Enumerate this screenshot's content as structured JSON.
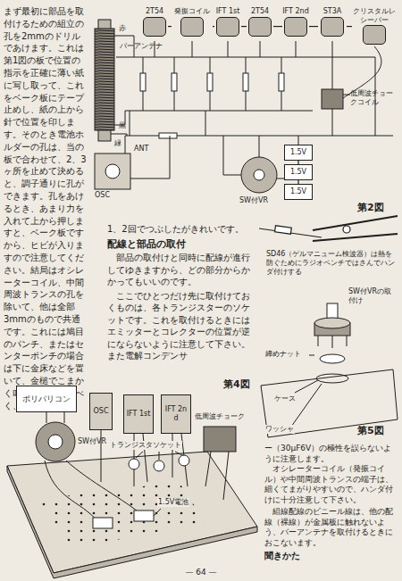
{
  "diagram": {
    "nodes": [
      {
        "text": [
          "2T54"
        ]
      },
      {
        "text": [
          "発振コイル"
        ]
      },
      {
        "text": [
          "IFT 1st"
        ]
      },
      {
        "text": [
          "2T54"
        ]
      },
      {
        "text": [
          "IFT 2nd"
        ]
      },
      {
        "text": [
          "ST3A"
        ]
      },
      {
        "text": [
          "クリスタルレシーバー"
        ]
      },
      {
        "text": [
          "1.5V"
        ]
      },
      {
        "text": [
          "1.5V"
        ]
      },
      {
        "text": [
          "1.5V"
        ]
      },
      {
        "text": [
          "ポリバリコン"
        ]
      },
      {
        "text": [
          "OSC"
        ]
      },
      {
        "text": [
          "IFT 1st"
        ]
      },
      {
        "text": [
          "IFT 2nd"
        ]
      }
    ],
    "edges": [
      {
        "from": 0,
        "to": 1,
        "arrow": "none"
      },
      {
        "from": 1,
        "to": 2,
        "arrow": "none"
      },
      {
        "from": 2,
        "to": 3,
        "arrow": "none"
      },
      {
        "from": 3,
        "to": 4,
        "arrow": "none"
      },
      {
        "from": 4,
        "to": 5,
        "arrow": "none"
      },
      {
        "from": 5,
        "to": 6,
        "arrow": "none"
      },
      {
        "from": 7,
        "to": 8,
        "arrow": "none"
      },
      {
        "from": 8,
        "to": 9,
        "arrow": "none"
      }
    ],
    "labels": [
      "まず最初に部品を取付けるための組立の孔を2mmのドリルであけます。これは第1図の板で位置の指示を正確に薄い紙に写し取って、これをベーク板にテープ止めし、紙の上から針で位置を印します。そのとき電池ホルダーの孔は、当の板で合わせて、2、3ヶ所を止めて決めると、調子通りに孔ができます。孔をあけるとき、あまり力を入れて上から押しますと、ベーク板ですから、ヒビが入りますので注意してください。結局はオシレーターコイル、中間周波トランスの孔を除いて、他は全部3mmのもので共通です。これには鳩目のパンチ、またはセンターポンチの場合は下に金床などを置いて、金槌でこまかく叩かずに、なるべく、",
      "1、2回でつぶしたがきれいです。",
      "配線と部品の取付",
      "部品の取付けと同時に配線が進行してゆきますから、どの部分からかかってもいいのです。",
      "ここでひとつだけ先に取付けておくものは、各トランジスターのソケットです。これを取付けるときにはエミッターとコレクターの位置が逆にならないように注意して下さい。また電解コンデンサ",
      "ー（30μF6V）の極性を誤らないように注意します。",
      "オシレーターコイル（発振コイル）や中間周波トランスの端子は、細くてまがりやすいので、ハンダ付けに十分注意して下さい。",
      "組線配線のビニール線は、他の配線（裸線）が金属板に触れないよう、バーアンテナを取付けるときにおこないます。",
      "聞きかた",
      "— 64 —",
      "赤",
      "黒",
      "緑",
      "バーアンテナ",
      "ANT",
      "OSC",
      "SW付VR",
      "低周波チョークコイル",
      "第2図",
      "SD46（ゲルマニューム検波器）は熱を防ぐためにラジオペンチではさんでハンダ付けする",
      "SW付VRの取付け",
      "締めナット",
      "ケース",
      "ワッシャ",
      "第5図",
      "第4図",
      "SW付VR",
      "トランジスタソケット",
      "低周波チョーク",
      "1.5V電池"
    ]
  }
}
